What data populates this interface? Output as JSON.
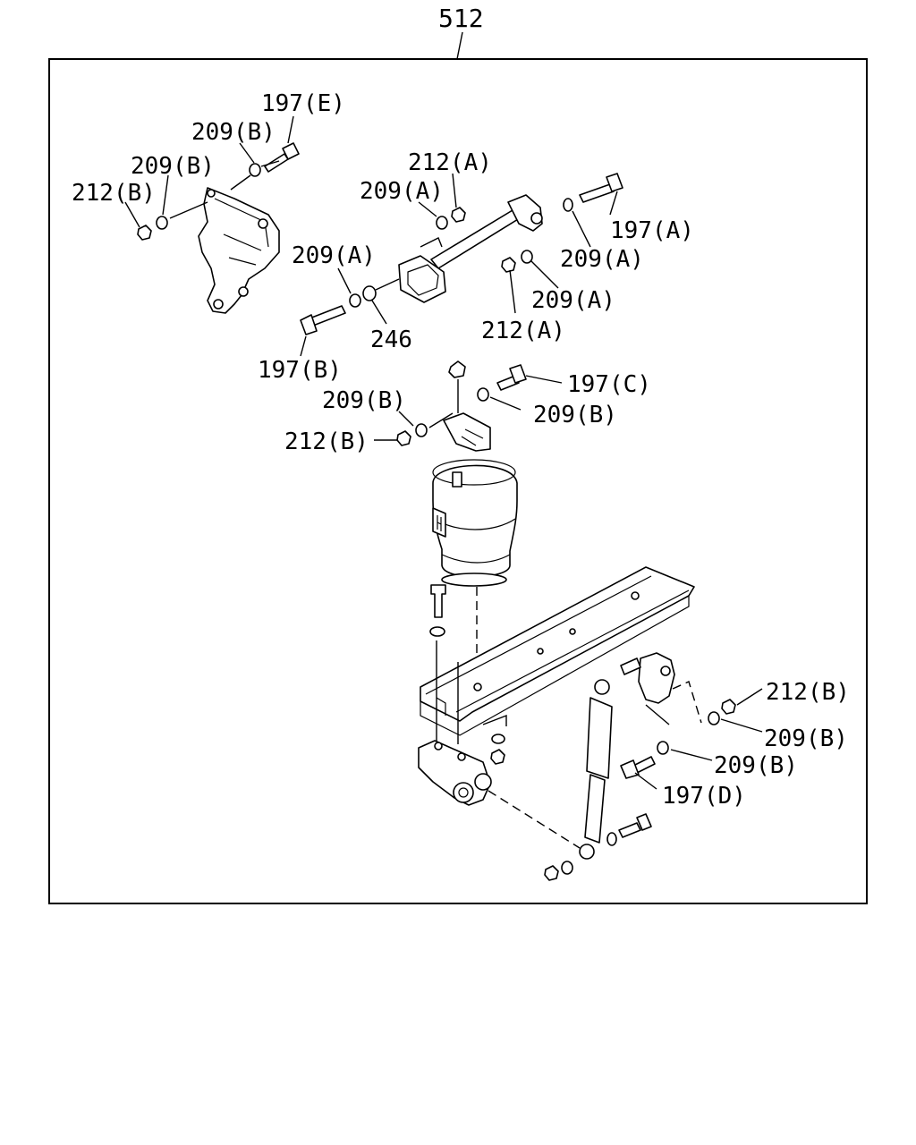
{
  "assembly_number": "512",
  "callouts": [
    {
      "id": "c1",
      "text": "197(E)"
    },
    {
      "id": "c2",
      "text": "209(B)"
    },
    {
      "id": "c3",
      "text": "209(B)"
    },
    {
      "id": "c4",
      "text": "212(B)"
    },
    {
      "id": "c5",
      "text": "212(A)"
    },
    {
      "id": "c6",
      "text": "209(A)"
    },
    {
      "id": "c7",
      "text": "197(A)"
    },
    {
      "id": "c8",
      "text": "209(A)"
    },
    {
      "id": "c9",
      "text": "209(A)"
    },
    {
      "id": "c10",
      "text": "209(A)"
    },
    {
      "id": "c11",
      "text": "212(A)"
    },
    {
      "id": "c12",
      "text": "246"
    },
    {
      "id": "c13",
      "text": "197(B)"
    },
    {
      "id": "c14",
      "text": "197(C)"
    },
    {
      "id": "c15",
      "text": "209(B)"
    },
    {
      "id": "c16",
      "text": "209(B)"
    },
    {
      "id": "c17",
      "text": "212(B)"
    },
    {
      "id": "c18",
      "text": "212(B)"
    },
    {
      "id": "c19",
      "text": "209(B)"
    },
    {
      "id": "c20",
      "text": "209(B)"
    },
    {
      "id": "c21",
      "text": "197(D)"
    }
  ]
}
